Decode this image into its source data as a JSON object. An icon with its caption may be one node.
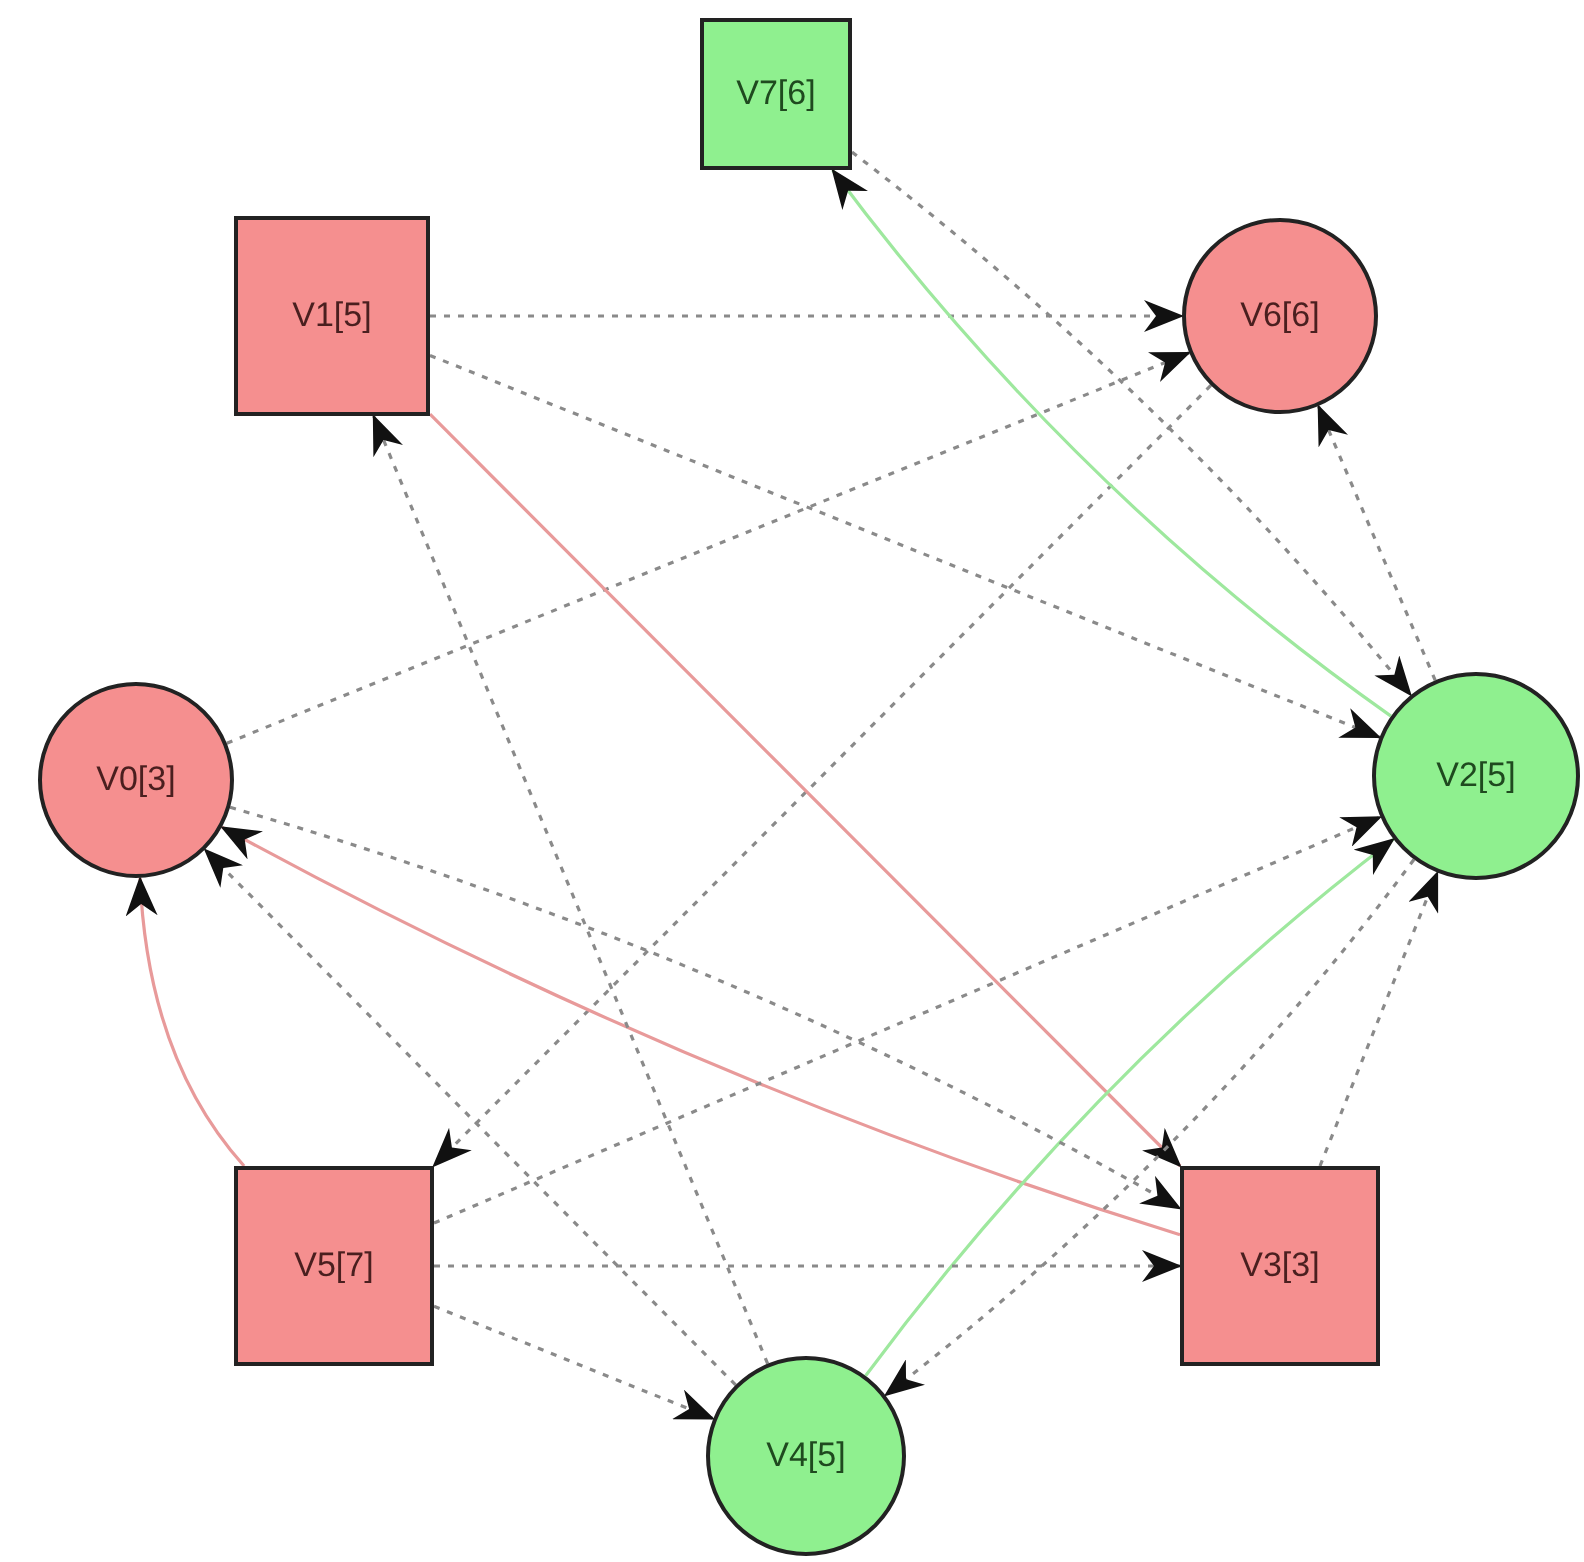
{
  "diagram": {
    "nodes": [
      {
        "text": [
          "V7[6]"
        ]
      },
      {
        "text": [
          "V1[5]"
        ]
      },
      {
        "text": [
          "V6[6]"
        ]
      },
      {
        "text": [
          "V0[3]"
        ]
      },
      {
        "text": [
          "V2[5]"
        ]
      },
      {
        "text": [
          "V5[7]"
        ]
      },
      {
        "text": [
          "V3[3]"
        ]
      },
      {
        "text": [
          "V4[5]"
        ]
      }
    ],
    "edges": [
      {
        "from": 1,
        "to": 2,
        "arrow": "to",
        "style": "dashed"
      },
      {
        "from": 1,
        "to": 4,
        "arrow": "to",
        "style": "dashed"
      },
      {
        "from": 3,
        "to": 2,
        "arrow": "to",
        "style": "dashed"
      },
      {
        "from": 2,
        "to": 5,
        "arrow": "to",
        "style": "dashed"
      },
      {
        "from": 0,
        "to": 4,
        "arrow": "to",
        "style": "dashed"
      },
      {
        "from": 4,
        "to": 0,
        "arrow": "to",
        "color": "#9ee89e"
      },
      {
        "from": 4,
        "to": 2,
        "arrow": "to",
        "style": "dashed"
      },
      {
        "from": 1,
        "to": 6,
        "arrow": "to",
        "color": "#e89a9a"
      },
      {
        "from": 6,
        "to": 3,
        "arrow": "to",
        "color": "#e89a9a"
      },
      {
        "from": 5,
        "to": 3,
        "arrow": "to",
        "color": "#e89a9a"
      },
      {
        "from": 7,
        "to": 4,
        "arrow": "to",
        "color": "#9ee89e"
      },
      {
        "from": 6,
        "to": 4,
        "arrow": "to",
        "style": "dashed"
      },
      {
        "from": 4,
        "to": 7,
        "arrow": "to",
        "style": "dashed"
      },
      {
        "from": 7,
        "to": 1,
        "arrow": "to",
        "style": "dashed"
      },
      {
        "from": 7,
        "to": 3,
        "arrow": "to",
        "style": "dashed"
      },
      {
        "from": 3,
        "to": 6,
        "arrow": "to",
        "style": "dashed"
      },
      {
        "from": 5,
        "to": 6,
        "arrow": "to",
        "style": "dashed"
      },
      {
        "from": 5,
        "to": 4,
        "arrow": "to",
        "style": "dashed"
      },
      {
        "from": 5,
        "to": 7,
        "arrow": "to",
        "style": "dashed"
      }
    ]
  }
}
